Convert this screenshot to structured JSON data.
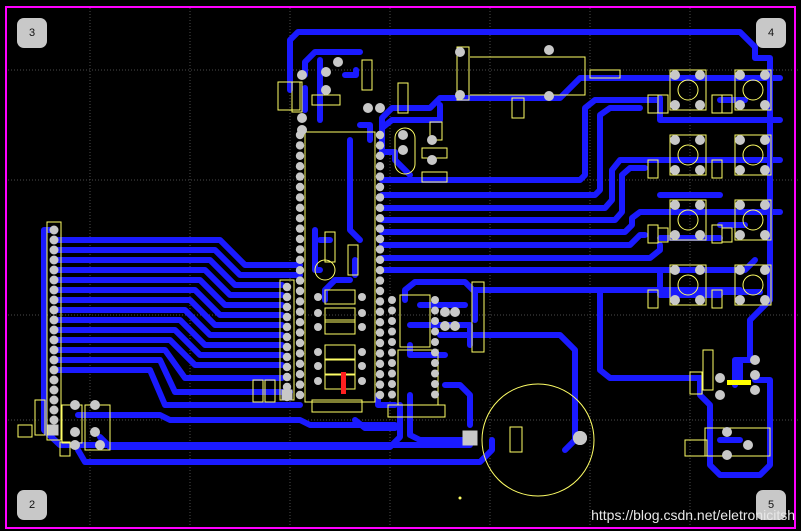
{
  "board": {
    "colors": {
      "background": "#000000",
      "outline": "#ff00ff",
      "grid": "#7a7a7a",
      "trace": "#1a1aff",
      "silk": "#ffff66",
      "pad": "#c8c8c8",
      "jumper": "#ff2020",
      "jumper2": "#ffff00"
    },
    "corner_labels": [
      "3",
      "4",
      "2",
      "5"
    ],
    "watermark": "https://blog.csdn.net/eletronicitsh"
  }
}
